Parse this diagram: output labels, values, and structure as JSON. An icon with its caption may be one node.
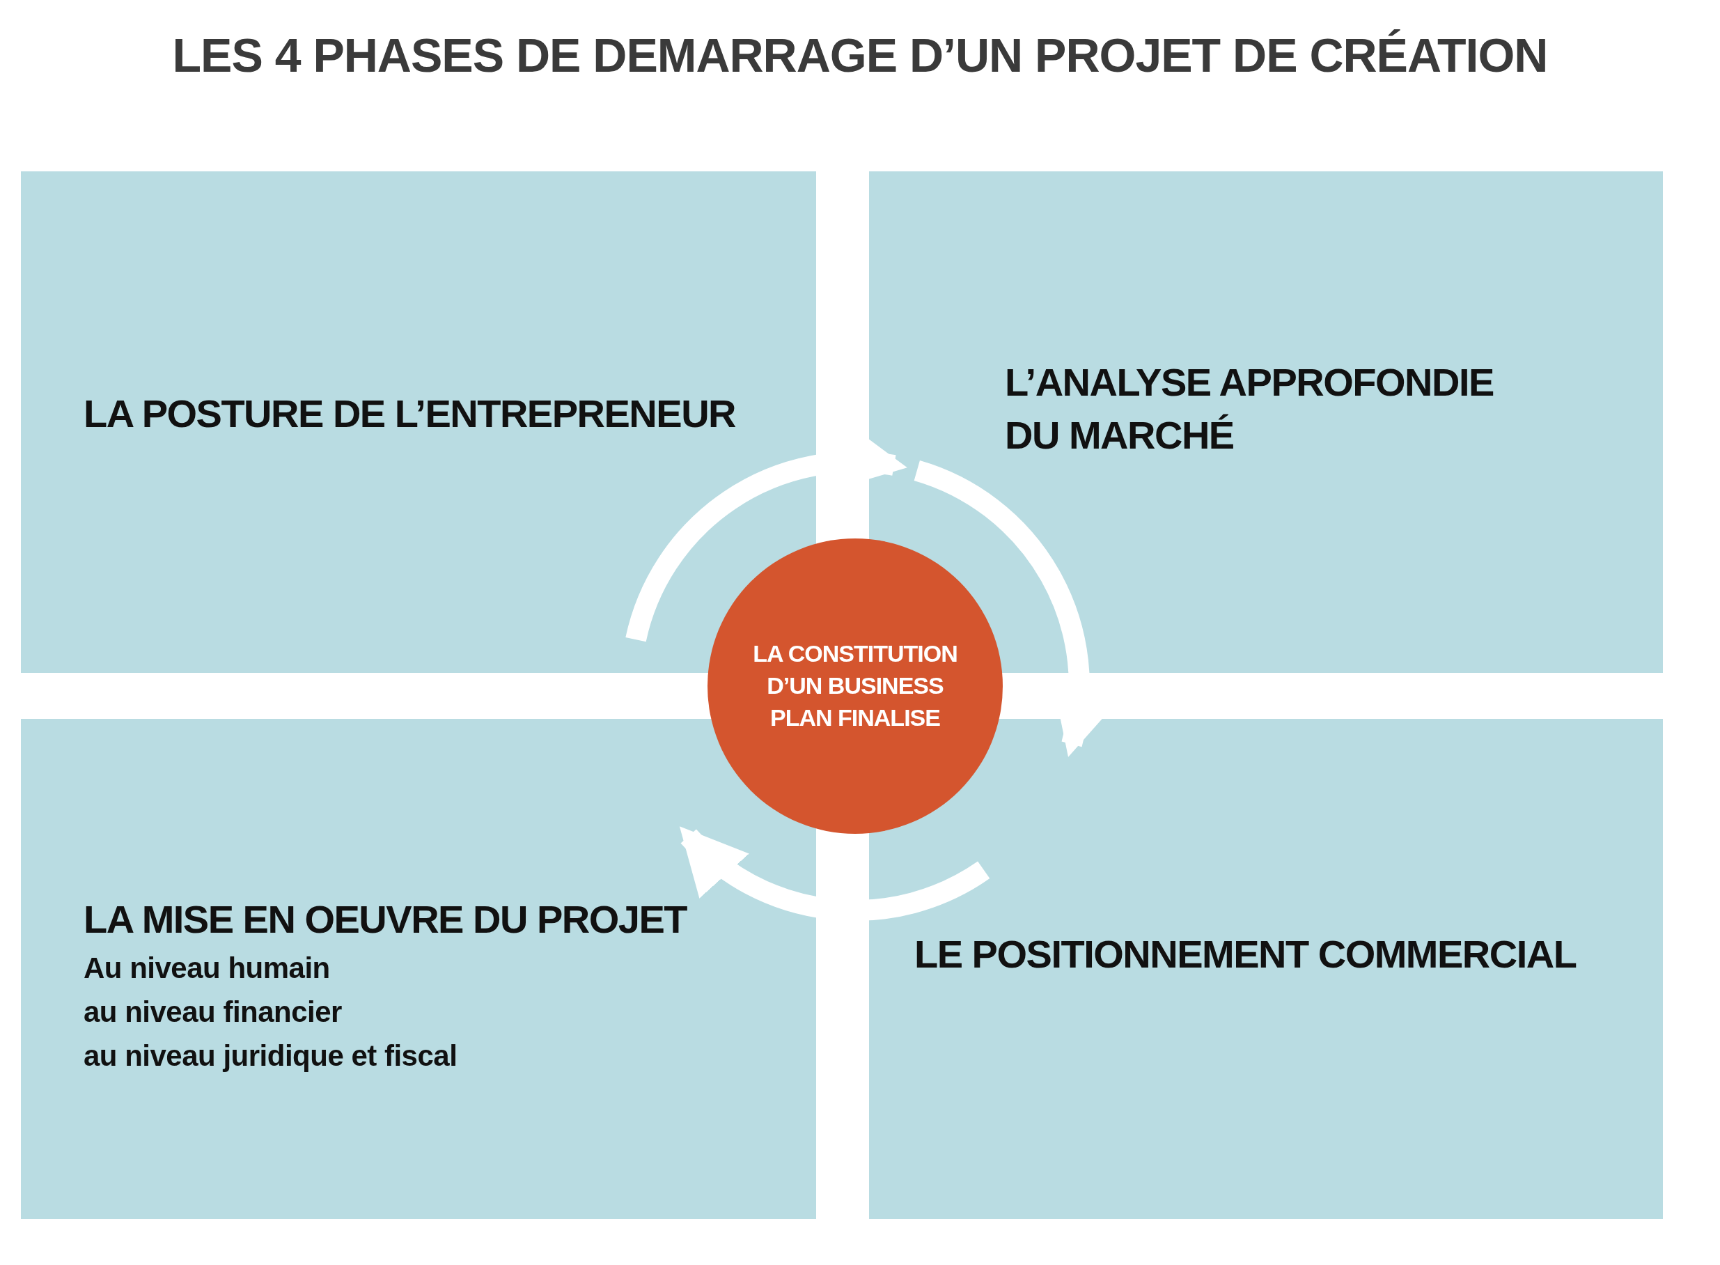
{
  "diagram": {
    "title": "LES 4 PHASES DE DEMARRAGE D’UN PROJET DE CRÉATION",
    "nodes": [
      {
        "text": [
          "LA POSTURE DE L’ENTREPRENEUR"
        ]
      },
      {
        "text": [
          "L’ANALYSE APPROFONDIE DU MARCHÉ"
        ]
      },
      {
        "text": [
          "LA MISE EN OEUVRE DU PROJET",
          "Au niveau humain",
          "au niveau financier",
          "au niveau juridique et fiscal"
        ]
      },
      {
        "text": [
          "LE POSITIONNEMENT COMMERCIAL"
        ]
      },
      {
        "text": [
          "LA CONSTITUTION D’UN BUSINESS PLAN FINALISE"
        ]
      }
    ],
    "edges": [
      {
        "from": 0,
        "to": 1,
        "arrow": "to"
      },
      {
        "from": 1,
        "to": 3,
        "arrow": "to"
      },
      {
        "from": 3,
        "to": 2,
        "arrow": "to"
      }
    ]
  }
}
